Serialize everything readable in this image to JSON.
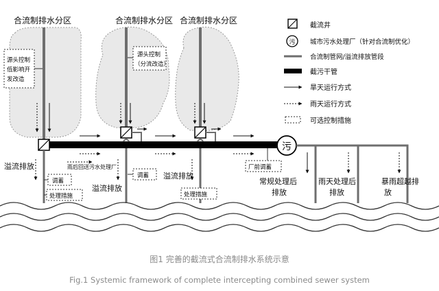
{
  "zones": {
    "label": "合流制排水分区"
  },
  "source_control": {
    "label1": "源头控制",
    "label2": "低影响开",
    "label3": "发改造",
    "label4": "源头控制",
    "label5": "（分流改造）"
  },
  "plant": {
    "glyph": "污"
  },
  "flows": {
    "overflow": "溢流排放",
    "rain_return": "雨后回送污水处理厂",
    "regulate": "调蓄",
    "treat": "处理措施",
    "pre_plant_regulate": "厂前调蓄",
    "normal_treat_1": "常规处理后",
    "normal_treat_2": "排放",
    "rain_treat_1": "雨天处理后",
    "rain_treat_2": "排放",
    "storm_1": "暴雨超越排",
    "storm_2": "放"
  },
  "legend": {
    "intercept_well": "截流井",
    "plant": "城市污水处理厂（针对合流制优化）",
    "combined_pipe": "合流制管网/溢流排放管段",
    "main_pipe": "截污干管",
    "dry": "旱天运行方式",
    "wet": "雨天运行方式",
    "optional": "可选控制措施"
  },
  "caption": {
    "cn": "图1 完善的截流式合流制排水系统示意",
    "en": "Fig.1 Systemic framework of complete intercepting combined sewer system"
  },
  "colors": {
    "cloud_fill": "#e9e9e9",
    "pipe": "#6e6e6e",
    "main_pipe": "#000000",
    "caption": "#8a8a8a"
  }
}
